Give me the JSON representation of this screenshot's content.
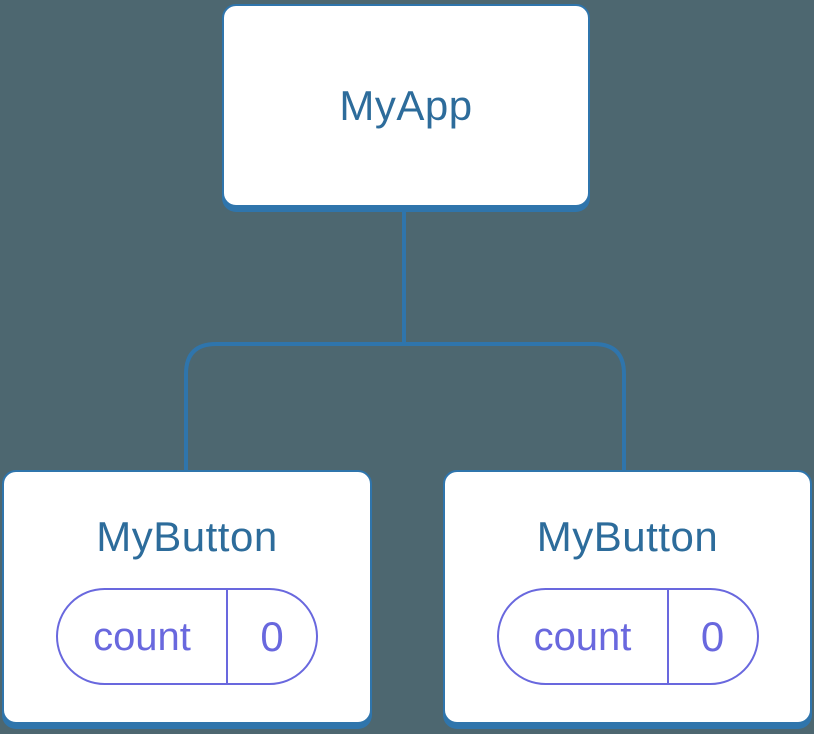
{
  "colors": {
    "bg": "#4D6770",
    "line": "#2F75AC",
    "label": "#2D6C9B",
    "pill": "#6968DE"
  },
  "tree": {
    "root": {
      "label": "MyApp"
    },
    "children": [
      {
        "label": "MyButton",
        "state": {
          "key": "count",
          "value": "0"
        }
      },
      {
        "label": "MyButton",
        "state": {
          "key": "count",
          "value": "0"
        }
      }
    ]
  }
}
